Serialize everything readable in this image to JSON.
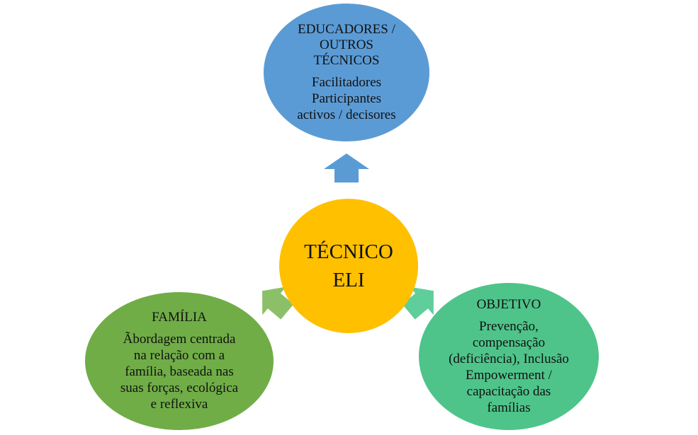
{
  "center": {
    "title_lines": [
      "TÉCNICO",
      "ELI"
    ]
  },
  "top": {
    "title_lines": [
      "EDUCADORES /",
      "OUTROS",
      "TÉCNICOS"
    ],
    "body_lines": [
      "Facilitadores",
      "Participantes",
      "activos / decisores"
    ]
  },
  "left": {
    "title_lines": [
      "FAMÍLIA"
    ],
    "body_lines": [
      "Ãbordagem centrada",
      "na relação com a",
      "família, baseada nas",
      "suas forças, ecológica",
      "e reflexiva"
    ]
  },
  "right": {
    "title_lines": [
      "OBJETIVO"
    ],
    "body_lines": [
      "Prevenção,",
      "compensação",
      "(deficiência), Inclusão",
      "Empowerment /",
      "capacitação das",
      "famílias"
    ]
  },
  "colors": {
    "top": "#5b9bd5",
    "center": "#ffc000",
    "left": "#70ad47",
    "right": "#4ec48a",
    "arrow_top": "#5b9bd5",
    "arrow_left": "#8cc068",
    "arrow_right": "#5fce9a"
  }
}
